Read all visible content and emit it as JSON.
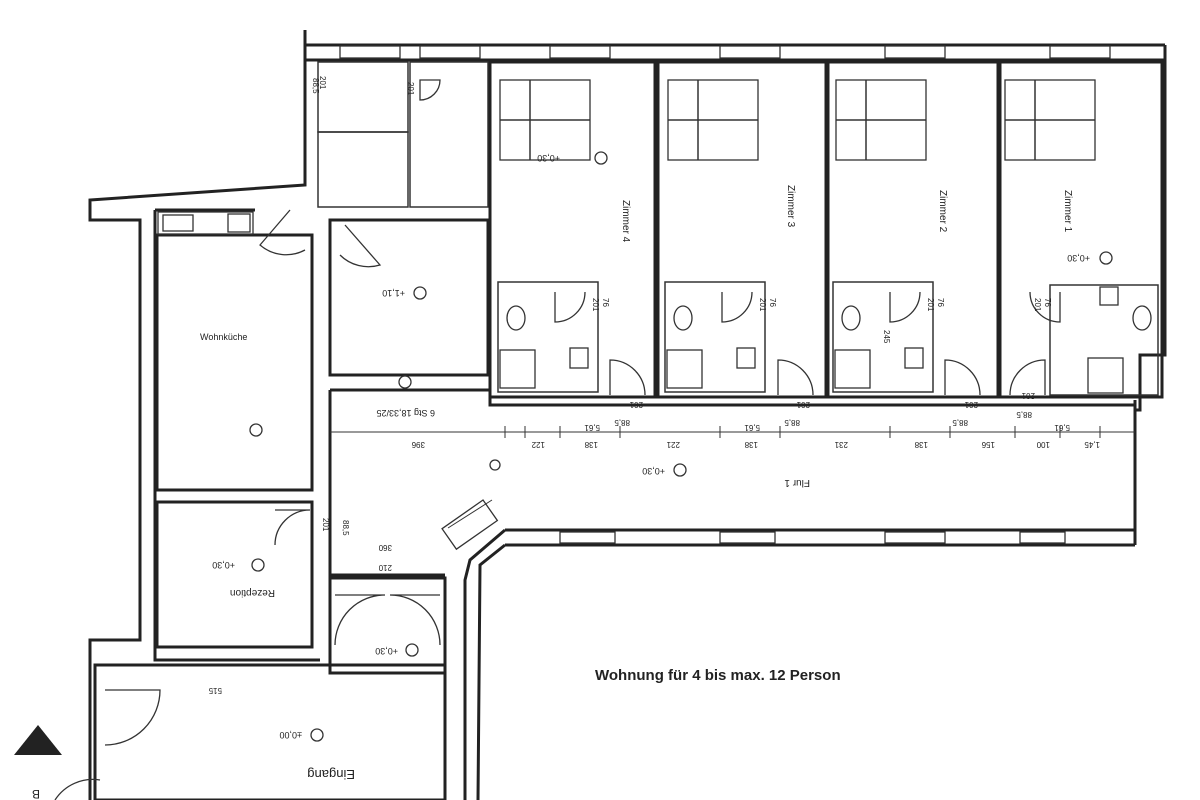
{
  "plan": {
    "caption": "Wohnung für 4 bis max. 12 Person",
    "rooms": {
      "zimmer4": "Zimmer 4",
      "zimmer3": "Zimmer 3",
      "zimmer2": "Zimmer 2",
      "zimmer1": "Zimmer 1",
      "wohnkuche": "Wohnküche",
      "rezeption": "Rezeption",
      "flur": "Flur 1",
      "eingang": "Eingang"
    },
    "levels": {
      "zimmer4": "+0,30",
      "zimmer1": "+0,30",
      "storage": "+1,10",
      "rezeption": "+0,30",
      "flur": "+0,30",
      "vestibule": "+0,30",
      "eingang": "±0,00"
    },
    "stair_label": "6 Stg 18,33/25",
    "door_widths": [
      "88,5",
      "88,5",
      "88,5",
      "88,5",
      "88,5",
      "88,5"
    ],
    "door_heights": [
      "201",
      "201",
      "201",
      "201",
      "201",
      "201",
      "201"
    ],
    "bath_doors": [
      "76",
      "76",
      "76",
      "76"
    ],
    "bath_heights": [
      "201",
      "201",
      "201",
      "201"
    ],
    "chain_dims": [
      "396",
      "122",
      "138",
      "221",
      "138",
      "231",
      "138",
      "156",
      "100",
      "1,45",
      "5,61",
      "5,61",
      "5,61"
    ],
    "dim_245": "245",
    "hall_dims": [
      "210",
      "360"
    ],
    "entrance_dim": "515",
    "north_marker": "B"
  }
}
